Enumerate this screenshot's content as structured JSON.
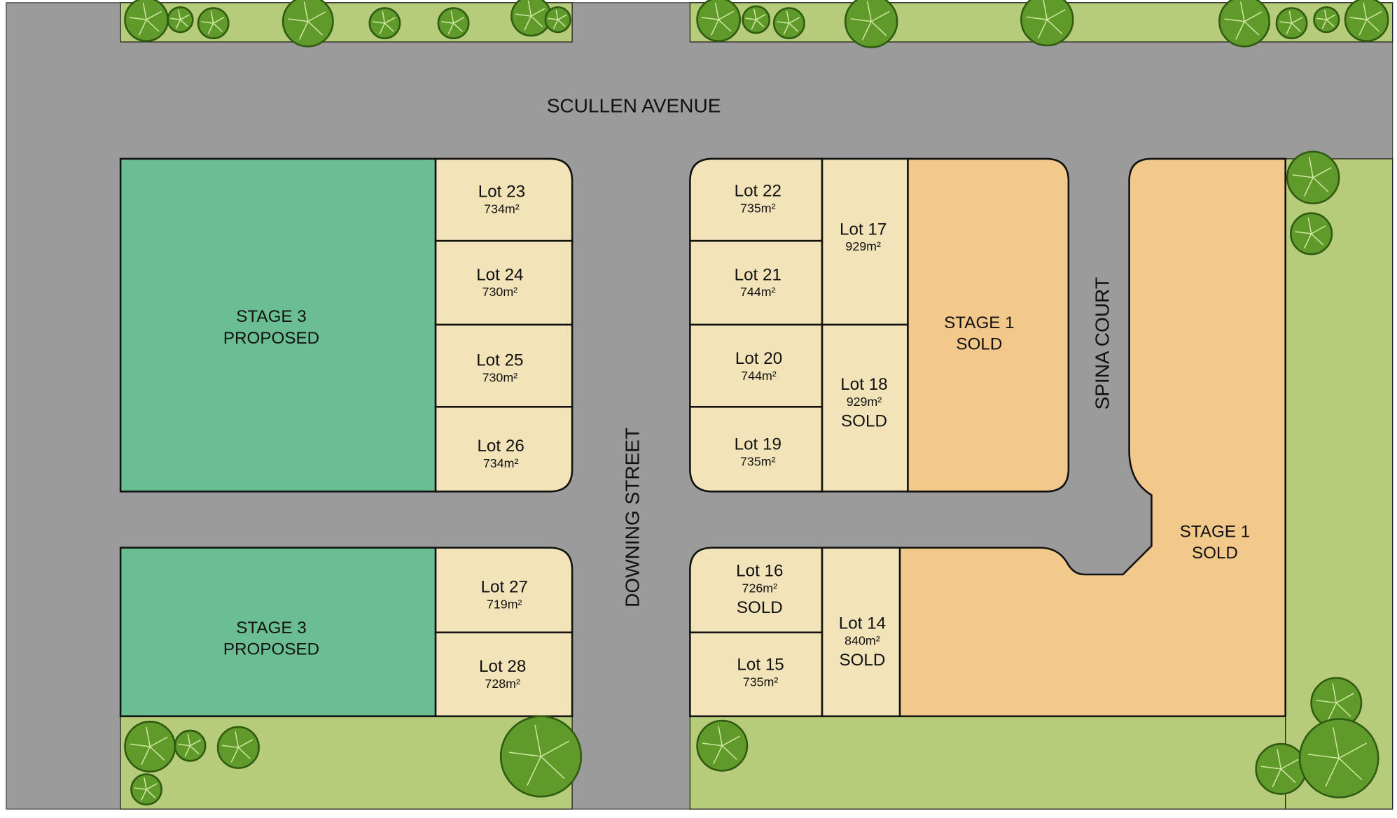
{
  "roads": {
    "sculllen": "SCULLEN AVENUE",
    "downing": "DOWNING STREET",
    "spina": "SPINA COURT"
  },
  "stages": {
    "stage3_top": {
      "line1": "STAGE 3",
      "line2": "PROPOSED"
    },
    "stage3_bottom": {
      "line1": "STAGE 3",
      "line2": "PROPOSED"
    },
    "stage1_block": {
      "line1": "STAGE 1",
      "line2": "SOLD"
    },
    "stage1_lshape": {
      "line1": "STAGE 1",
      "line2": "SOLD"
    }
  },
  "lots": {
    "l23": {
      "name": "Lot 23",
      "area": "734m²"
    },
    "l24": {
      "name": "Lot 24",
      "area": "730m²"
    },
    "l25": {
      "name": "Lot 25",
      "area": "730m²"
    },
    "l26": {
      "name": "Lot 26",
      "area": "734m²"
    },
    "l27": {
      "name": "Lot 27",
      "area": "719m²"
    },
    "l28": {
      "name": "Lot 28",
      "area": "728m²"
    },
    "l22": {
      "name": "Lot 22",
      "area": "735m²"
    },
    "l21": {
      "name": "Lot 21",
      "area": "744m²"
    },
    "l20": {
      "name": "Lot 20",
      "area": "744m²"
    },
    "l19": {
      "name": "Lot 19",
      "area": "735m²"
    },
    "l17": {
      "name": "Lot 17",
      "area": "929m²"
    },
    "l18": {
      "name": "Lot 18",
      "area": "929m²",
      "status": "SOLD"
    },
    "l16": {
      "name": "Lot 16",
      "area": "726m²",
      "status": "SOLD"
    },
    "l15": {
      "name": "Lot 15",
      "area": "735m²"
    },
    "l14": {
      "name": "Lot 14",
      "area": "840m²",
      "status": "SOLD"
    }
  },
  "colors": {
    "road": "#9b9b9b",
    "grass": "#b7cc7a",
    "stage3": "#6bbd94",
    "lot": "#f2e4b8",
    "stage1": "#f2c98a"
  }
}
